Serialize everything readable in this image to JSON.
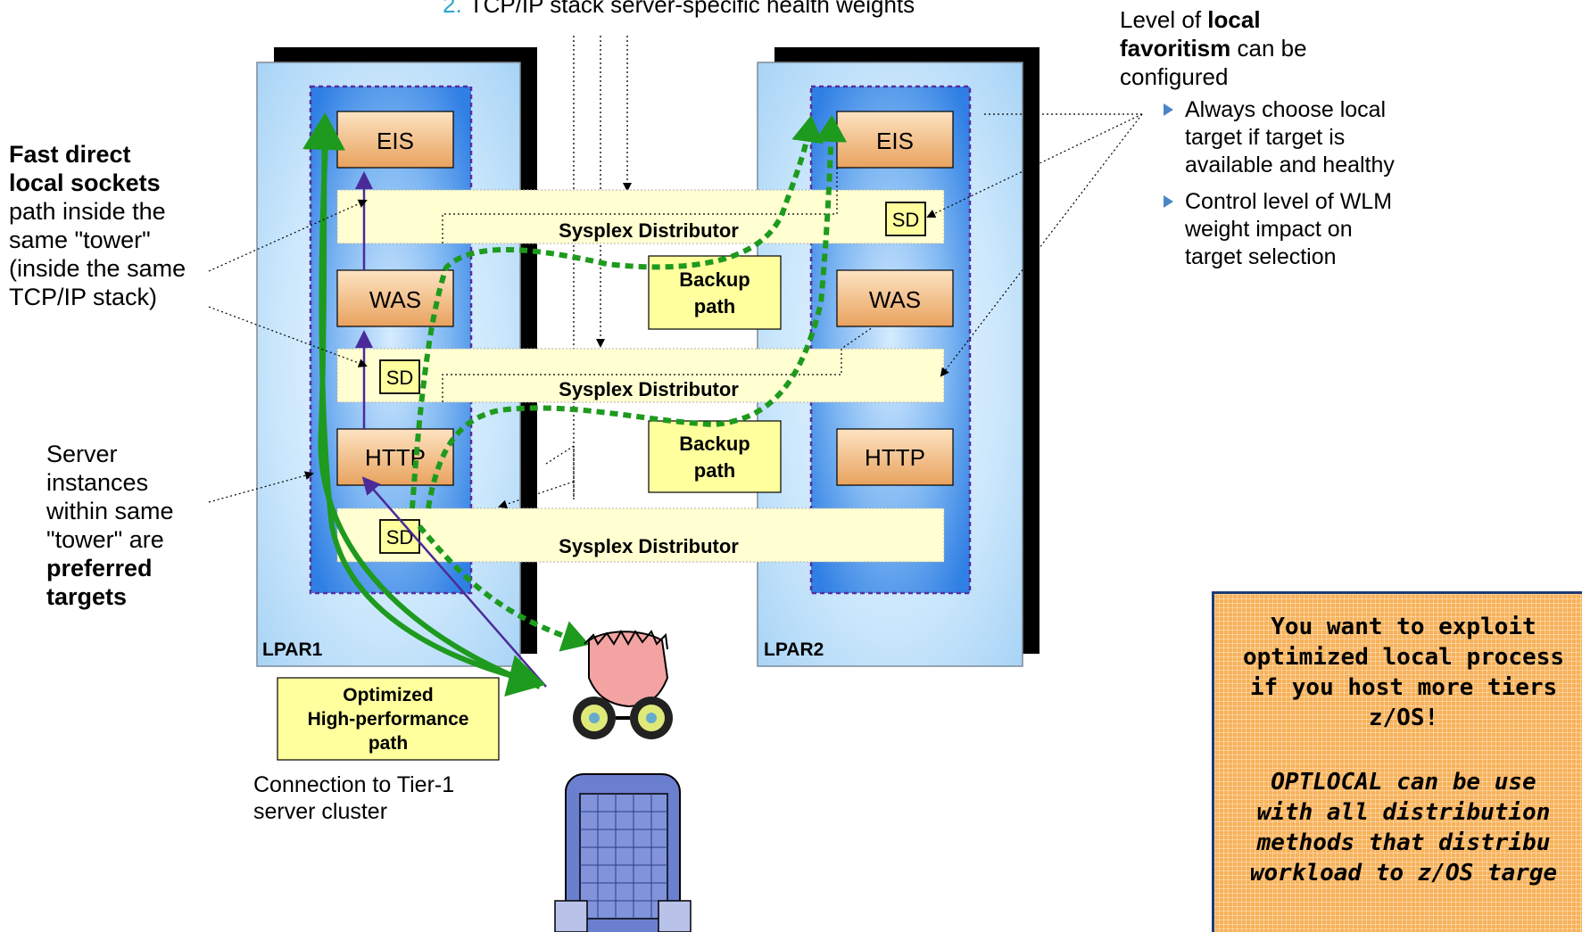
{
  "header": {
    "number": "2.",
    "text": "TCP/IP stack server-specific health weights"
  },
  "lpars": [
    {
      "label": "LPAR1"
    },
    {
      "label": "LPAR2"
    }
  ],
  "servers": {
    "eis": "EIS",
    "was": "WAS",
    "http": "HTTP",
    "sd": "SD"
  },
  "distributors": [
    {
      "label": "Sysplex Distributor"
    },
    {
      "label": "Sysplex Distributor"
    },
    {
      "label": "Sysplex Distributor"
    }
  ],
  "backup_paths": [
    {
      "line1": "Backup",
      "line2": "path"
    },
    {
      "line1": "Backup",
      "line2": "path"
    }
  ],
  "optimized_box": {
    "line1": "Optimized",
    "line2": "High-performance",
    "line3": "path"
  },
  "connection_note": {
    "line1": "Connection to Tier-1",
    "line2": "server cluster"
  },
  "left_note_1": {
    "bold1": "Fast direct",
    "bold2": "local sockets",
    "line3": "path inside the",
    "line4": "same \"tower\"",
    "line5": "(inside the same",
    "line6": "TCP/IP stack)"
  },
  "left_note_2": {
    "line1": "Server",
    "line2": "instances",
    "line3": "within same",
    "line4": "\"tower\" are",
    "bold5": "preferred",
    "bold6": "targets"
  },
  "right_note": {
    "prefix": "Level of ",
    "bold1": "local",
    "bold2": "favoritism",
    "suffix2": " can be",
    "line3": "configured",
    "bullets": [
      "Always choose local target if target is available and healthy",
      "Control level of WLM weight impact on target selection"
    ]
  },
  "info_box": {
    "para1": [
      "You want to exploit",
      "optimized local process",
      "if you host more tiers",
      "z/OS!"
    ],
    "para2": [
      "OPTLOCAL can be use",
      "with all distribution",
      "methods that distribu",
      "workload to z/OS targe"
    ]
  },
  "colors": {
    "lpar_fill": "#bfe0fa",
    "inner_fill": "#3b8be8",
    "dotted_border": "#5a2d9c",
    "server_box": "#f2c08a",
    "distributor_fill": "#ffffd2",
    "backup_box": "#ffff9e",
    "green_path": "#1e9a1e",
    "purple_path": "#4b2a9a",
    "header_number": "#2aa7c9",
    "info_box": "#f7b25a",
    "bullet": "#4a86c6"
  },
  "icons": {
    "user": "user-with-glasses-at-terminal-icon"
  }
}
